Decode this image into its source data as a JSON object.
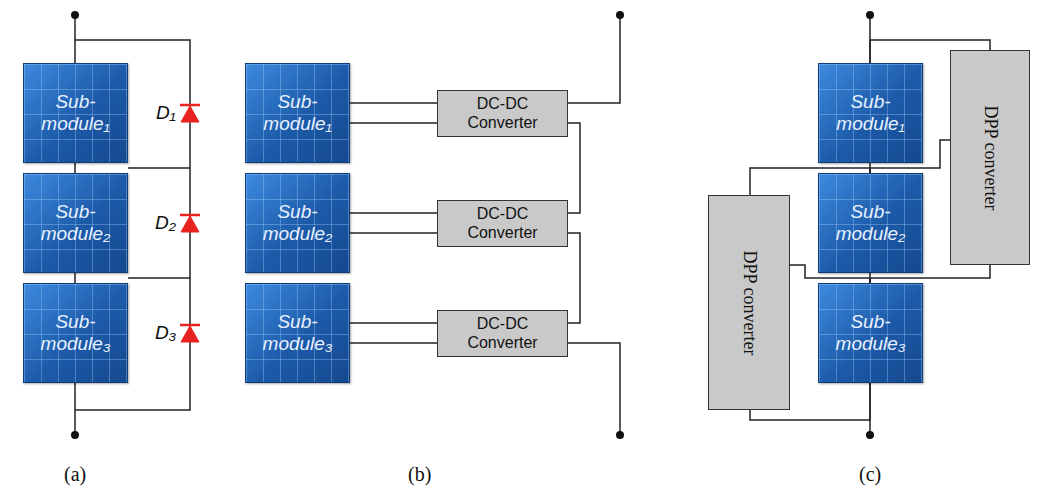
{
  "diagram": {
    "nodes": [
      {
        "text": [
          "Sub- module₁"
        ]
      },
      {
        "text": [
          "Sub- module₂"
        ]
      },
      {
        "text": [
          "Sub- module₃"
        ]
      },
      {
        "text": [
          "Sub- module₁"
        ]
      },
      {
        "text": [
          "Sub- module₂"
        ]
      },
      {
        "text": [
          "Sub- module₃"
        ]
      },
      {
        "text": [
          "DC-DC Converter"
        ]
      },
      {
        "text": [
          "DC-DC Converter"
        ]
      },
      {
        "text": [
          "DC-DC Converter"
        ]
      },
      {
        "text": [
          "Sub- module₁"
        ]
      },
      {
        "text": [
          "Sub- module₂"
        ]
      },
      {
        "text": [
          "Sub- module₃"
        ]
      },
      {
        "text": [
          "DPP converter"
        ]
      },
      {
        "text": [
          "DPP converter"
        ]
      }
    ],
    "edges": [
      {
        "from": 3,
        "to": 6,
        "arrow": "none"
      },
      {
        "from": 3,
        "to": 6,
        "arrow": "none"
      },
      {
        "from": 4,
        "to": 7,
        "arrow": "none"
      },
      {
        "from": 4,
        "to": 7,
        "arrow": "none"
      },
      {
        "from": 5,
        "to": 8,
        "arrow": "none"
      },
      {
        "from": 5,
        "to": 8,
        "arrow": "none"
      },
      {
        "from": 6,
        "to": 7,
        "arrow": "none"
      },
      {
        "from": 7,
        "to": 8,
        "arrow": "none"
      },
      {
        "from": 13,
        "to": 9,
        "arrow": "none"
      },
      {
        "from": 13,
        "to": 10,
        "arrow": "none"
      },
      {
        "from": 13,
        "to": 11,
        "arrow": "none"
      },
      {
        "from": 12,
        "to": 10,
        "arrow": "none"
      },
      {
        "from": 12,
        "to": 11,
        "arrow": "none"
      },
      {
        "from": 12,
        "to": 11,
        "arrow": "none"
      }
    ],
    "labels": [
      "D₁",
      "D₂",
      "D₃",
      "(a)",
      "(b)",
      "(c)"
    ]
  }
}
